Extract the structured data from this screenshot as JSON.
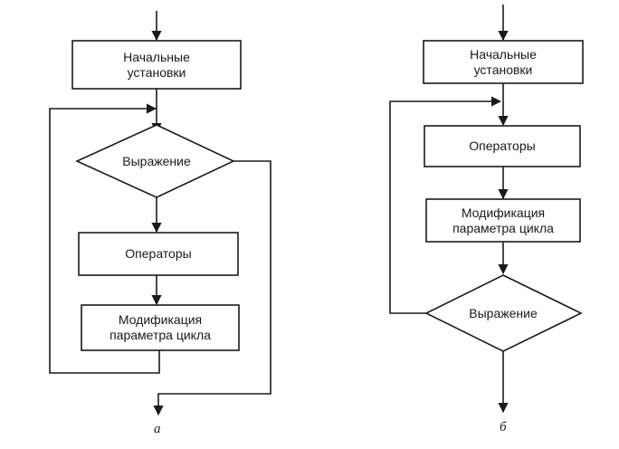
{
  "diagram_a": {
    "caption": "а",
    "init_label": "Начальные\nустановки",
    "condition_label": "Выражение",
    "operators_label": "Операторы",
    "modification_label": "Модификация\nпараметра цикла"
  },
  "diagram_b": {
    "caption": "б",
    "init_label": "Начальные\nустановки",
    "operators_label": "Операторы",
    "modification_label": "Модификация\nпараметра цикла",
    "condition_label": "Выражение"
  },
  "colors": {
    "stroke": "#1a1a1a",
    "background": "#ffffff"
  }
}
